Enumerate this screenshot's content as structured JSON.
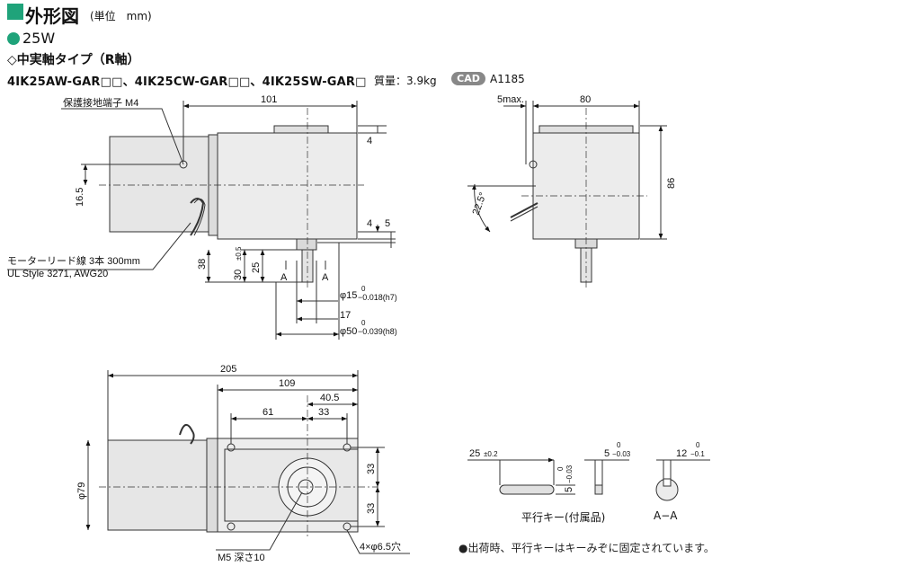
{
  "header": {
    "title": "外形図",
    "unit": "(単位　mm)",
    "power": "25W",
    "type": "◇中実軸タイプ（R軸）",
    "models": "4IK25AW-GAR□□、4IK25CW-GAR□□、4IK25SW-GAR□",
    "mass": "質量：3.9kg",
    "cad_badge": "CAD",
    "cad_number": "A1185"
  },
  "labels": {
    "ground_terminal": "保護接地端子 M4",
    "motor_lead_1": "モーターリード線 3本 300mm",
    "motor_lead_2": "UL Style 3271, AWG20",
    "tap": "M5 深さ10",
    "holes": "4×φ6.5穴",
    "key_caption": "平行キー(付属品)",
    "section_caption": "A−A",
    "note": "●出荷時、平行キーはキーみぞに固定されています。",
    "section_A": "A"
  },
  "dimensions": {
    "side_101": "101",
    "side_4_top": "4",
    "side_16_5": "16.5",
    "side_4_bottom": "4",
    "side_5": "5",
    "side_38": "38",
    "side_30": "30",
    "side_30_tol": "±0.5",
    "side_25": "25",
    "shaft_dia": "φ15",
    "shaft_dia_tol": "−0.018(h7)",
    "dim_17": "17",
    "pilot_dia": "φ50",
    "pilot_dia_tol": "−0.039(h8)",
    "tol_zero": "0",
    "end_5max": "5max.",
    "end_80": "80",
    "end_86": "86",
    "end_22_5": "22.5°",
    "front_205": "205",
    "front_109": "109",
    "front_40_5": "40.5",
    "front_61": "61",
    "front_33": "33",
    "front_79": "φ79",
    "front_33_a": "33",
    "front_33_b": "33",
    "key_25": "25",
    "key_25_tol": "±0.2",
    "key_5": "5",
    "key_5_tol": "−0.03",
    "key_5b": "5",
    "key_5b_tol": "−0.03",
    "key_12": "12",
    "key_12_tol": "−0.1"
  }
}
